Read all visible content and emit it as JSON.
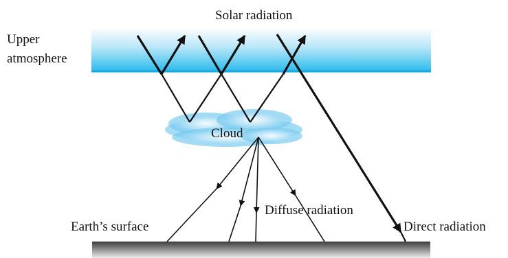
{
  "labels": {
    "solar_radiation": "Solar radiation",
    "upper_atmosphere_line1": "Upper",
    "upper_atmosphere_line2": "atmosphere",
    "cloud": "Cloud",
    "diffuse_radiation": "Diffuse radiation",
    "earths_surface": "Earth’s surface",
    "direct_radiation": "Direct radiation"
  },
  "colors": {
    "atmosphere_band_light": "#e8f7fd",
    "atmosphere_band_dark": "#29b9ea",
    "atmosphere_boundary": "#17a9e3",
    "cloud_light": "#e6f6fd",
    "cloud_mid": "#8fd3f2",
    "ground_top": "#3f3f3f",
    "ground_bottom": "#e6e6e6",
    "ray": "#111111"
  }
}
